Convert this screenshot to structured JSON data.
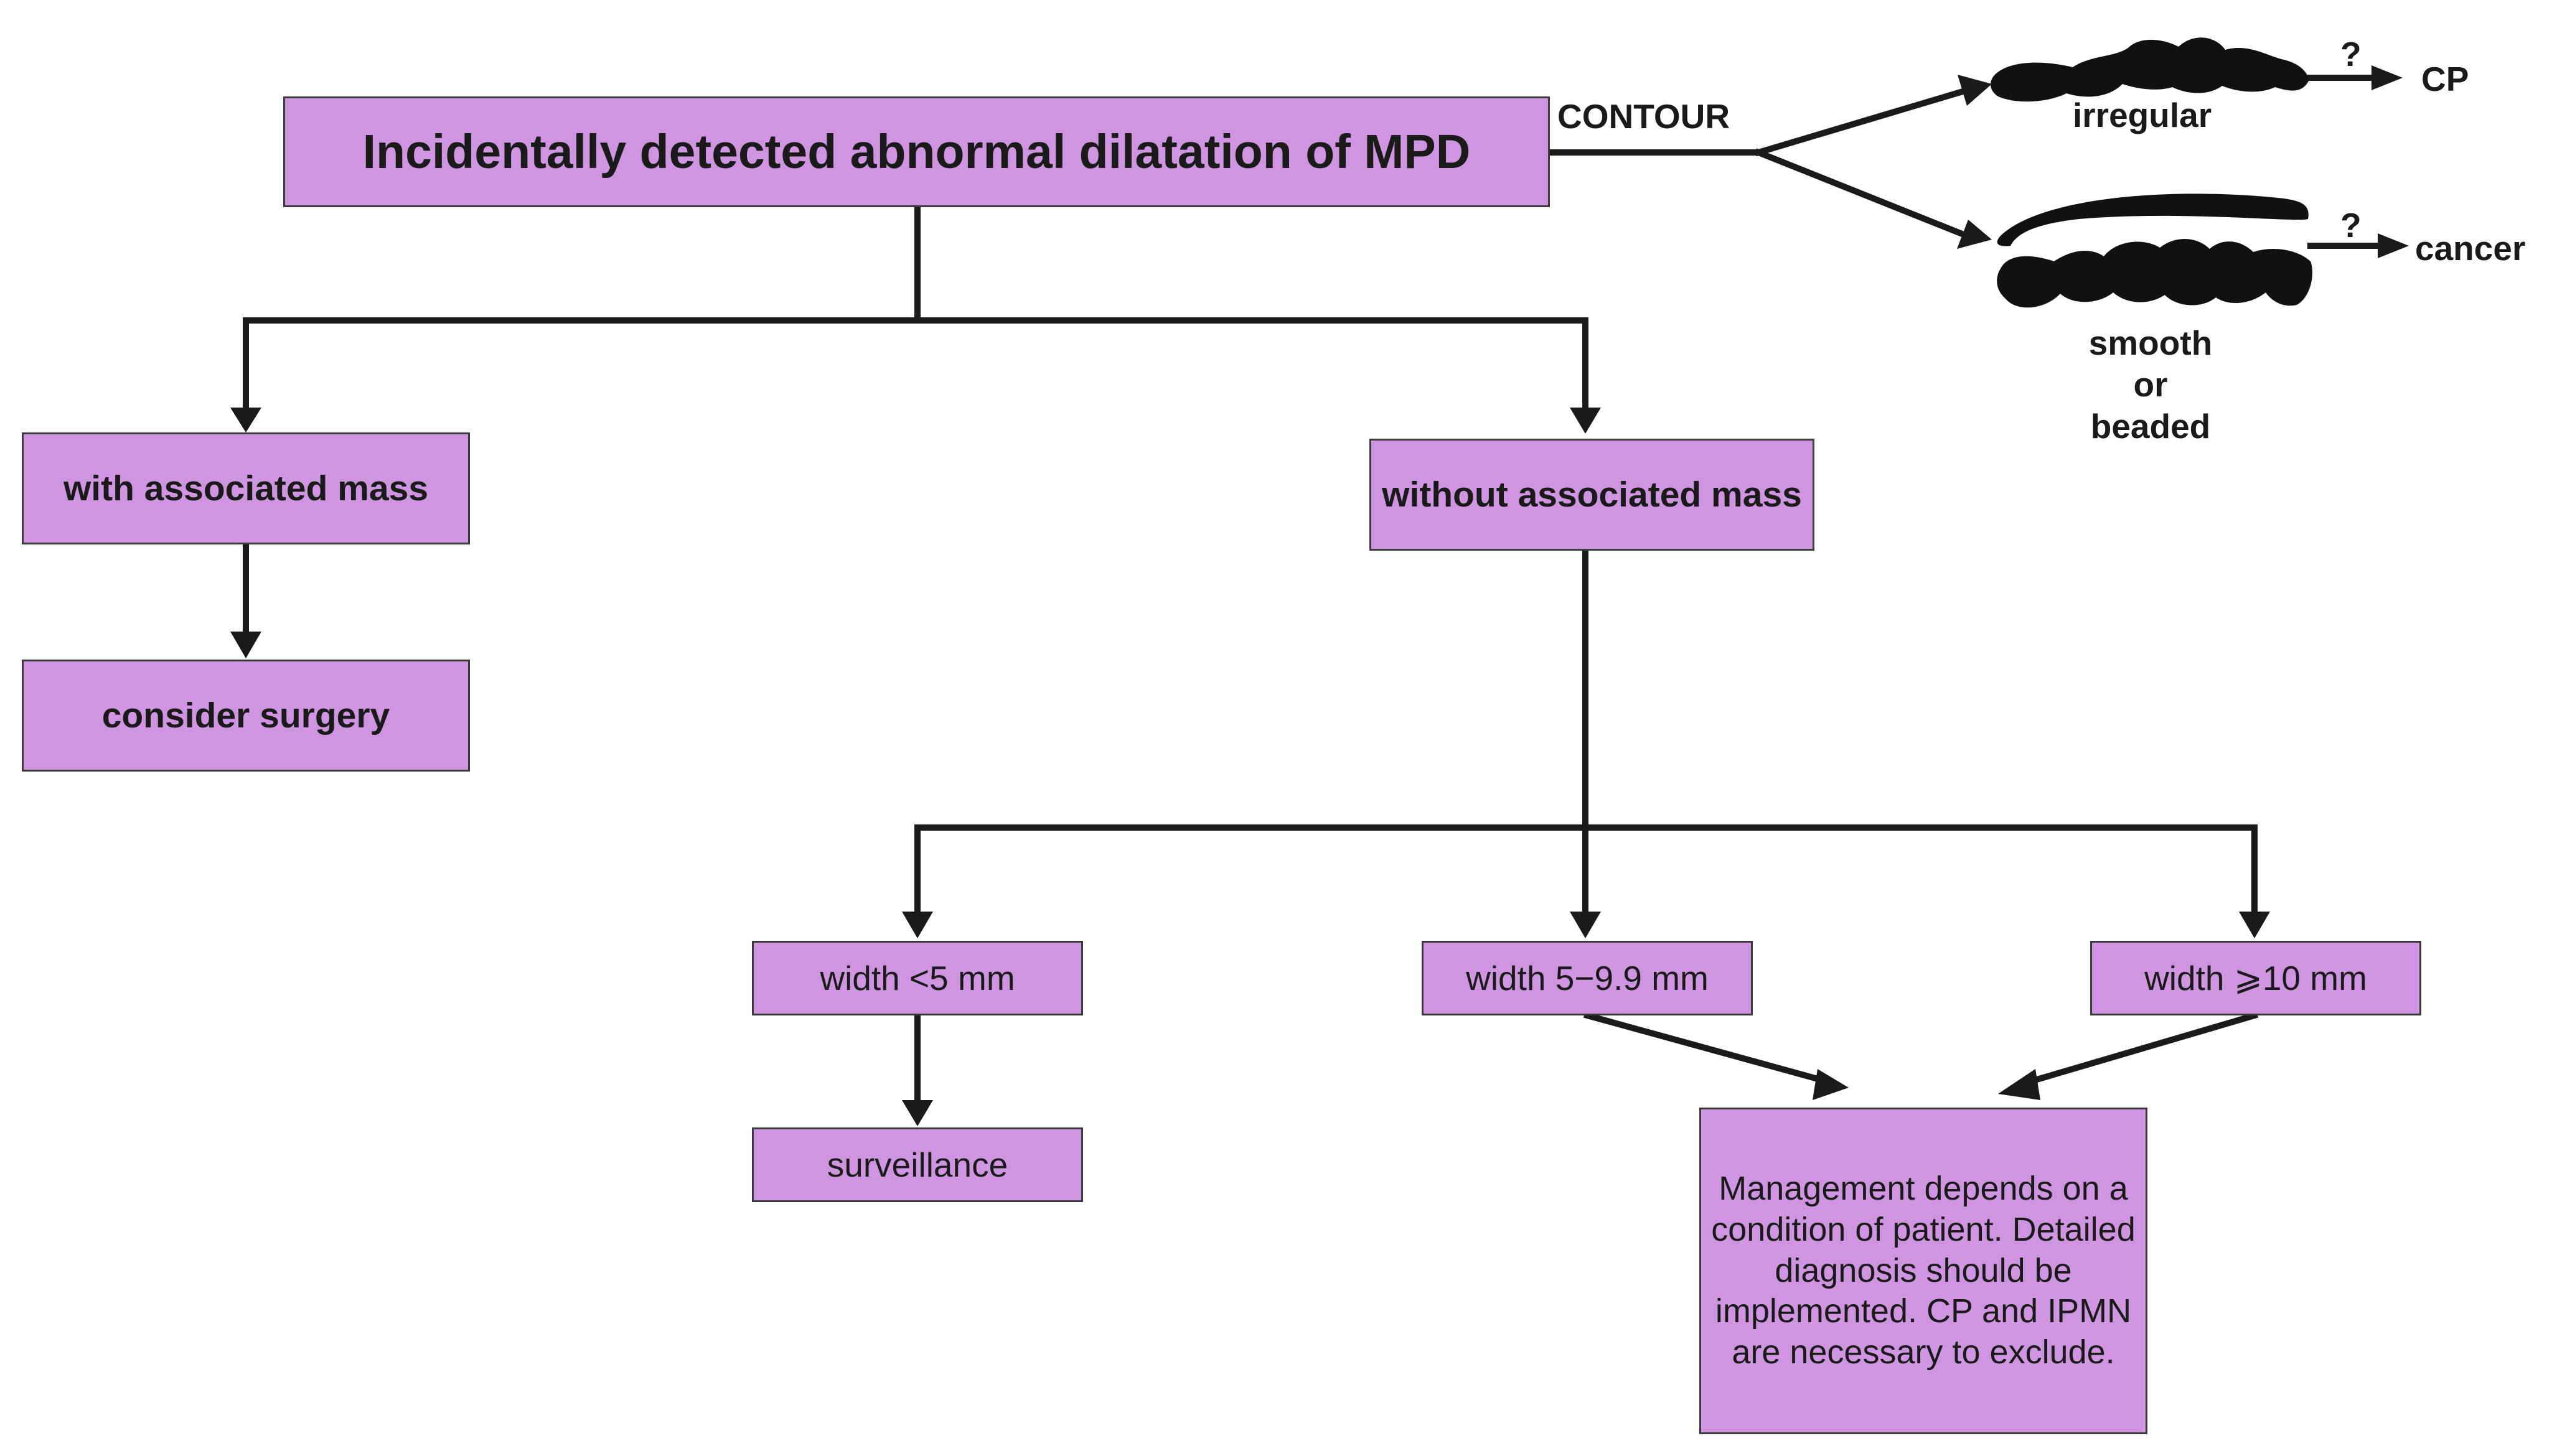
{
  "diagram": {
    "root": "Incidentally detected abnormal dilatation of MPD",
    "with_mass": "with associated mass",
    "consider_surgery": "consider surgery",
    "without_mass": "without associated mass",
    "width_lt5": "width <5 mm",
    "width_5_9": "width 5−9.9 mm",
    "width_ge10": "width ⩾10 mm",
    "surveillance": "surveillance",
    "management": "Management depends on a condition of patient. Detailed diagnosis should be implemented. CP and IPMN are necessary to exclude.",
    "contour": {
      "label": "CONTOUR",
      "irregular": "irregular",
      "q1": "?",
      "cp": "CP",
      "q2": "?",
      "cancer": "cancer",
      "smooth": "smooth",
      "or": "or",
      "beaded": "beaded"
    }
  },
  "colors": {
    "box_fill": "#cf95e0",
    "line": "#1a1a1a"
  }
}
